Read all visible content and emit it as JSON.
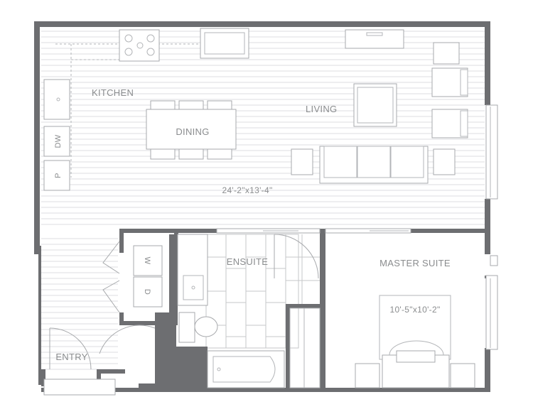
{
  "rooms": {
    "kitchen": "KITCHEN",
    "dining": "DINING",
    "living": "LIVING",
    "living_dimensions": "24'-2\"x13'-4\"",
    "ensuite": "ENSUITE",
    "master_suite": "MASTER SUITE",
    "master_dimensions": "10'-5\"x10'-2\"",
    "entry": "ENTRY"
  },
  "fixtures": {
    "dishwasher": "DW",
    "pantry": "P",
    "washer": "W",
    "dryer": "D"
  },
  "colors": {
    "wall": "#6d6e71",
    "label": "#8a8c8e",
    "fixture_line": "#a7a9ac",
    "floor_line": "#dcdde0"
  }
}
